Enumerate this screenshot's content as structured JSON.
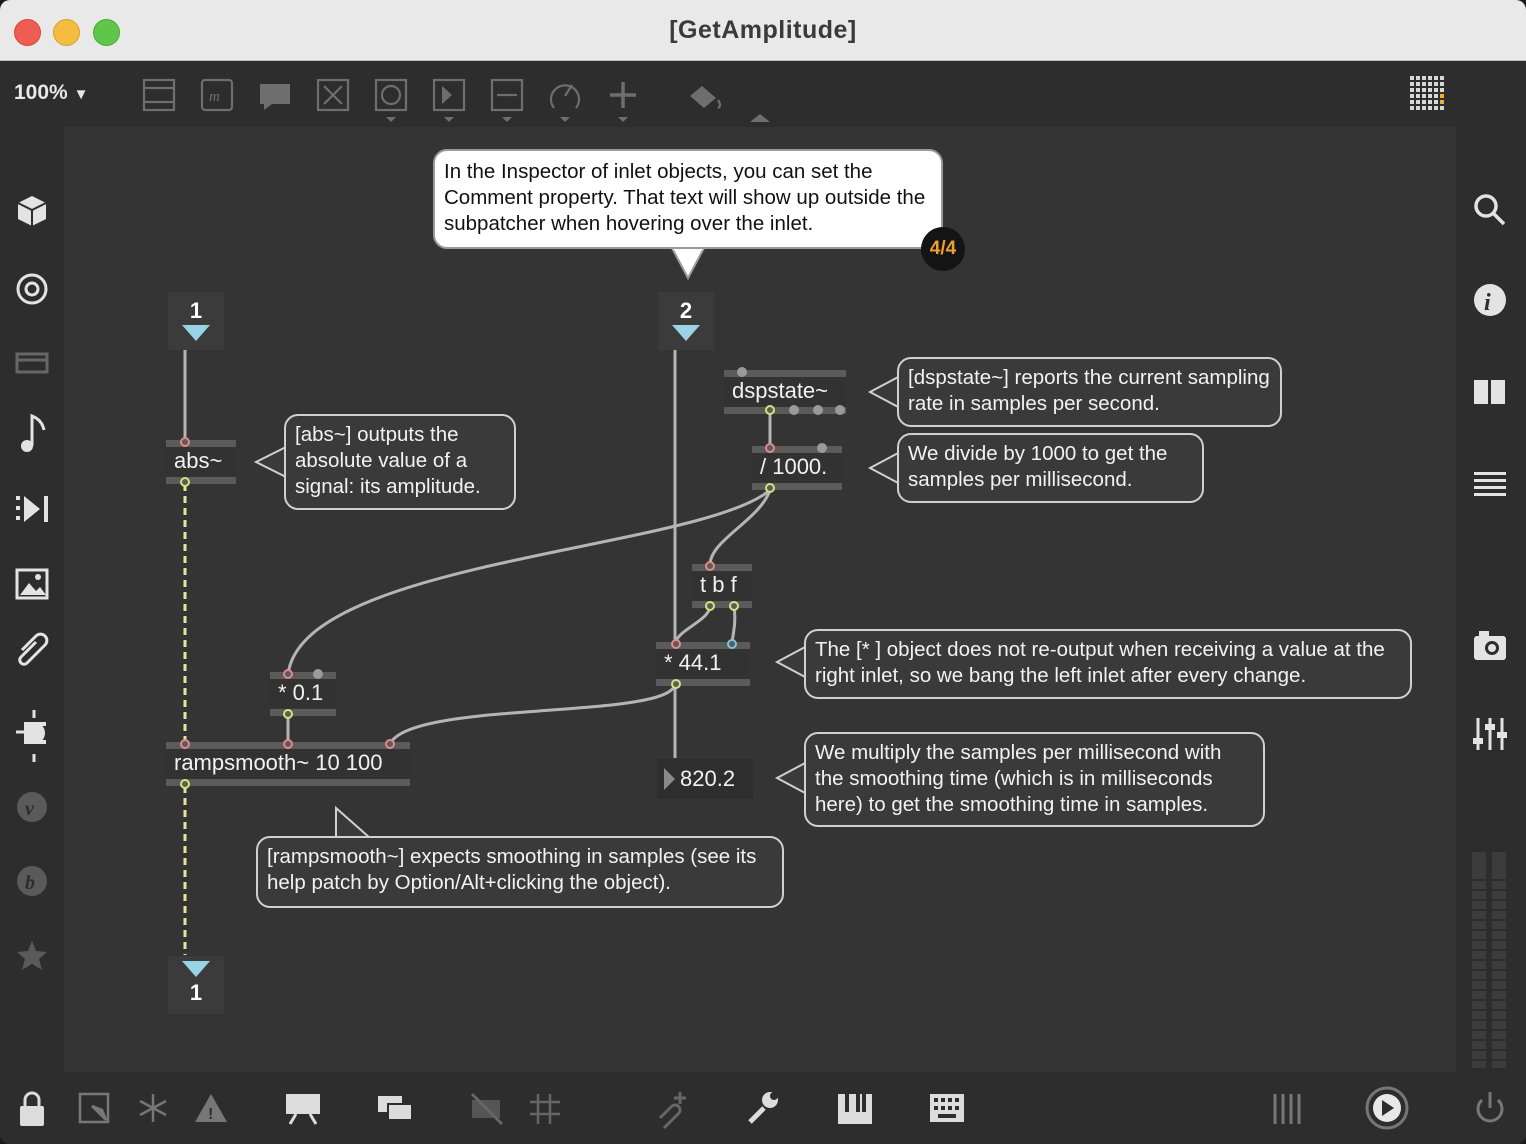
{
  "window": {
    "title": "[GetAmplitude]"
  },
  "toolbar": {
    "zoom_label": "100%",
    "icons": [
      "presentation-icon",
      "message-icon",
      "comment-icon",
      "toggle-icon",
      "button-icon",
      "number-icon",
      "slider-icon",
      "dial-icon",
      "add-icon",
      "paint-icon"
    ]
  },
  "leftbar": {
    "icons": [
      "package-icon",
      "target-icon",
      "layout-icon",
      "music-note-icon",
      "media-icon",
      "image-icon",
      "paperclip-icon",
      "plug-icon",
      "v-icon",
      "b-icon",
      "star-icon"
    ]
  },
  "rightbar": {
    "icons": [
      "search-icon",
      "info-icon",
      "columns-icon",
      "list-icon",
      "camera-icon",
      "mixer-icon"
    ]
  },
  "bottombar": {
    "icons": [
      "lock-icon",
      "edit-select-icon",
      "freeze-icon",
      "warning-icon",
      "presentation-icon",
      "windows-icon",
      "hide-icon",
      "grid-icon",
      "attach-icon",
      "wrench-icon",
      "piano-icon",
      "keyboard-icon",
      "bars-icon",
      "play-icon",
      "power-icon"
    ]
  },
  "tip": {
    "text": "In the Inspector of inlet objects, you can set the Comment property. That text will show up outside the subpatcher when hovering over the inlet.",
    "badge": "4/4"
  },
  "patch": {
    "inlet_1": "1",
    "inlet_2": "2",
    "outlet_1": "1",
    "abs": "abs~",
    "dspstate": "dspstate~",
    "div": "/ 1000.",
    "tbf": "t b f",
    "mul441": "* 44.1",
    "mul01": "* 0.1",
    "rampsmooth": "rampsmooth~ 10 100",
    "number_value": "820.2"
  },
  "comments": {
    "abs": "[abs~] outputs the absolute value of a signal: its amplitude.",
    "dspstate": "[dspstate~] reports the current sampling rate in samples per second.",
    "div": "We divide by 1000 to get the samples per millisecond.",
    "mul": "The [* ] object does not re-output when receiving a value at the right inlet, so we bang the left inlet after every change.",
    "multiply": "We multiply the samples per millisecond with the smoothing time (which is in milliseconds here) to get the smoothing time in samples.",
    "rampsmooth": "[rampsmooth~] expects smoothing in samples (see its help patch by Option/Alt+clicking the object)."
  },
  "colors": {
    "canvas": "#343434",
    "chrome": "#2d2d2d",
    "cord": "#b5b5b5",
    "signal_cord": "#c6d88a",
    "inlet_triangle": "#9bd3e6",
    "badge_text": "#f0a02a"
  }
}
